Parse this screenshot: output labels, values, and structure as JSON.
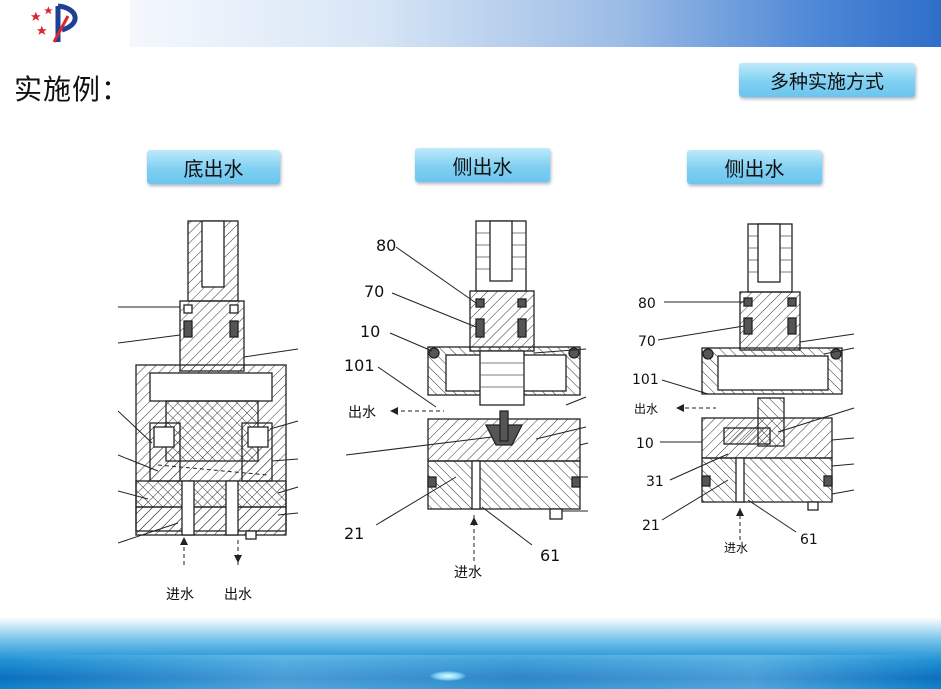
{
  "header": {
    "logo_icon": "company-logo-icon"
  },
  "page_title": "实施例：",
  "badges": {
    "variants": "多种实施方式",
    "bottom_outlet": "底出水",
    "side_outlet_a": "侧出水",
    "side_outlet_b": "侧出水"
  },
  "drawing1": {
    "inlet": "进水",
    "outlet": "出水"
  },
  "drawing2": {
    "labels": [
      "80",
      "70",
      "10",
      "101",
      "21",
      "61"
    ],
    "outlet": "出水",
    "inlet": "进水"
  },
  "drawing3": {
    "labels": [
      "80",
      "70",
      "101",
      "10",
      "31",
      "21",
      "61"
    ],
    "outlet": "出水",
    "inlet": "进水"
  },
  "colors": {
    "badge": "#7fd0f2",
    "header_accent": "#2f6fc9",
    "footer": "#0b6fbd"
  }
}
